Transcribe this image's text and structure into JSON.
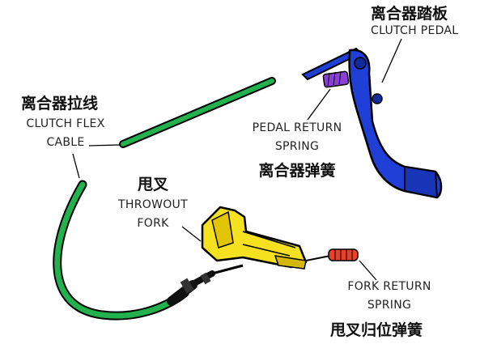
{
  "labels": {
    "clutch_pedal": {
      "zh": "离合器踏板",
      "en": "CLUTCH PEDAL"
    },
    "clutch_cable": {
      "zh": "离合器拉线",
      "en_line1": "CLUTCH FLEX",
      "en_line2": "CABLE"
    },
    "pedal_return_spring": {
      "en_line1": "PEDAL RETURN",
      "en_line2": "SPRING",
      "zh": "离合器弹簧"
    },
    "throwout_fork": {
      "zh": "甩叉",
      "en_line1": "THROWOUT",
      "en_line2": "FORK"
    },
    "fork_return_spring": {
      "en_line1": "FORK RETURN",
      "en_line2": "SPRING",
      "zh": "甩叉归位弹簧"
    }
  },
  "colors": {
    "cable": "#22b14c",
    "pedal": "#1f3fd6",
    "pedal_spring": "#8a3fd6",
    "fork": "#f5e11f",
    "fork_spring": "#e8402a",
    "outline": "#000000",
    "cable_housing": "#111111"
  }
}
